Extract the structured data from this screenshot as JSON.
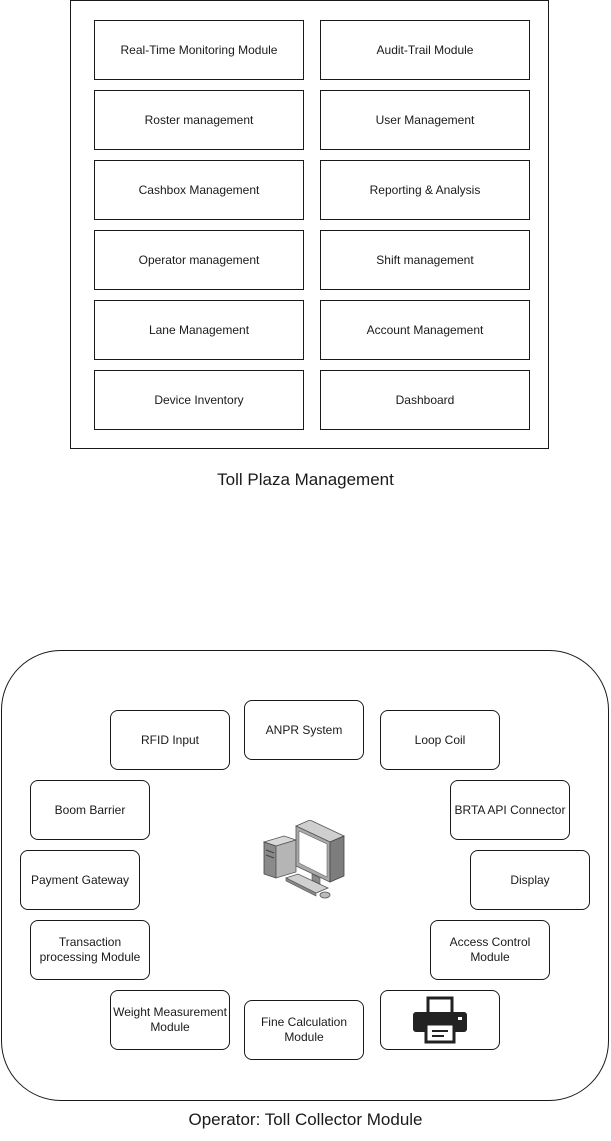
{
  "toll_plaza": {
    "title": "Toll Plaza Management",
    "modules_left": [
      "Real-Time Monitoring Module",
      "Roster management",
      "Cashbox Management",
      "Operator management",
      "Lane Management",
      "Device Inventory"
    ],
    "modules_right": [
      "Audit-Trail Module",
      "User Management",
      "Reporting & Analysis",
      "Shift management",
      "Account Management",
      "Dashboard"
    ]
  },
  "operator": {
    "title": "Operator: Toll Collector Module",
    "center_icon": "computer-icon",
    "devices": {
      "rfid_input": "RFID Input",
      "anpr_system": "ANPR System",
      "loop_coil": "Loop Coil",
      "boom_barrier": "Boom Barrier",
      "brta_api": "BRTA API Connector",
      "payment_gateway": "Payment Gateway",
      "display": "Display",
      "transaction_line1": "Transaction",
      "transaction_line2": "processing Module",
      "access_line1": "Access Control",
      "access_line2": "Module",
      "weight_line1": "Weight Measurement",
      "weight_line2": "Module",
      "fine_line1": "Fine Calculation",
      "fine_line2": "Module",
      "printer_icon": "printer-icon"
    }
  }
}
